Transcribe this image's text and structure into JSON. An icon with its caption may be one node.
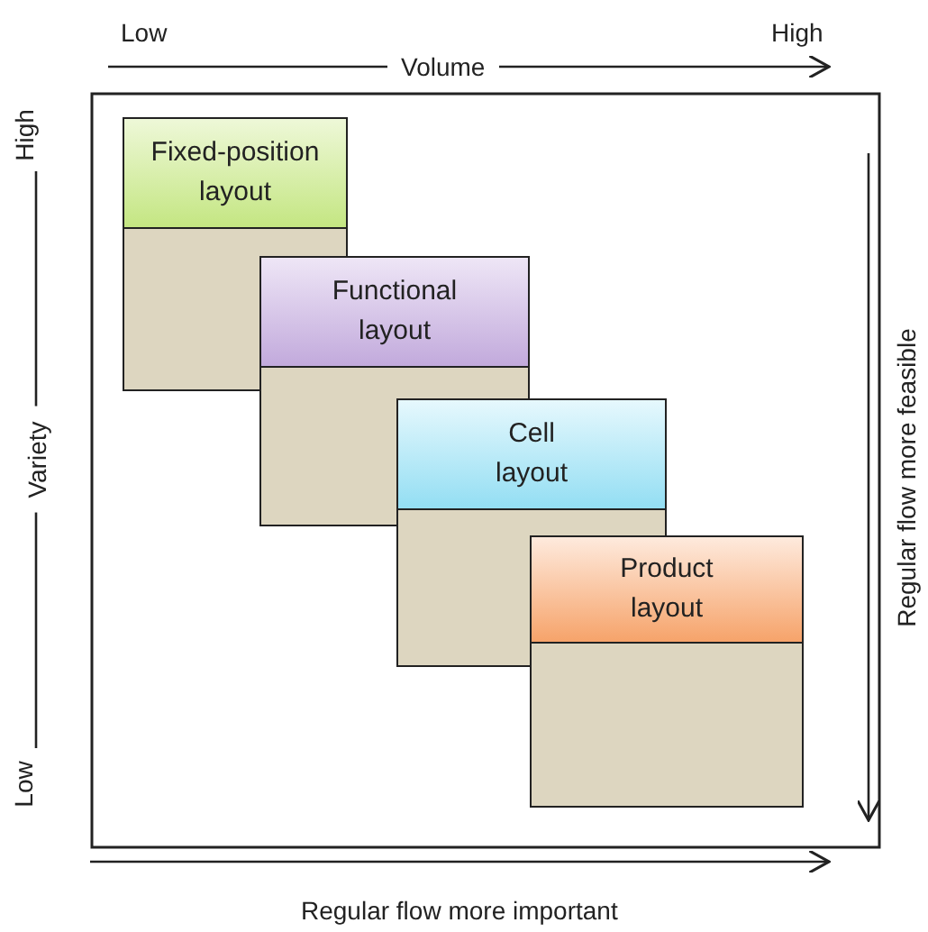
{
  "diagram": {
    "nodes": [
      {
        "text": [
          "Fixed-position layout"
        ]
      },
      {
        "text": [
          "Functional layout"
        ]
      },
      {
        "text": [
          "Cell layout"
        ]
      },
      {
        "text": [
          "Product layout"
        ]
      }
    ],
    "labels": [
      "Low",
      "High",
      "Volume",
      "High",
      "Variety",
      "Low",
      "Regular flow more feasible",
      "Regular flow more important"
    ]
  }
}
